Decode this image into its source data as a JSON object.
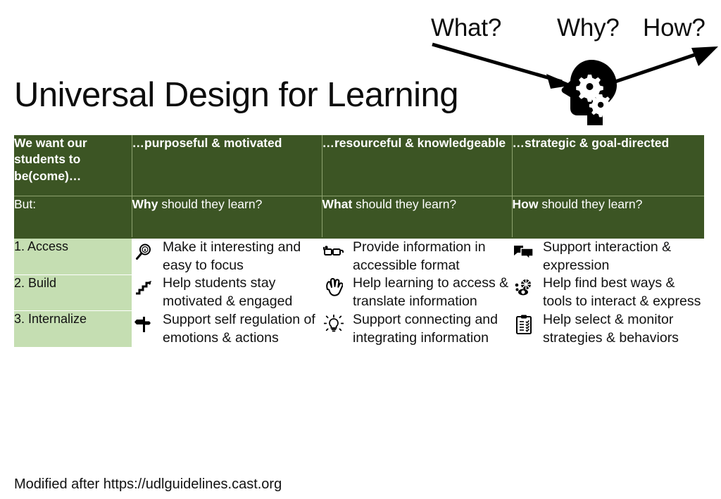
{
  "title": "Universal Design for Learning",
  "questions": [
    {
      "id": "what",
      "label": "What?"
    },
    {
      "id": "why",
      "label": "Why?"
    },
    {
      "id": "how",
      "label": "How?"
    }
  ],
  "graphic": {
    "head_icon": "head-with-gears-icon",
    "arrow_in": "arrow-into-head",
    "arrow_out": "arrow-out-of-head"
  },
  "colors": {
    "header_green": "#3C5524",
    "row_label_green": "#C5DEB2",
    "header_text": "#FFFFFF",
    "body_text": "#111111",
    "grid_line": "#8DA26F"
  },
  "table": {
    "header_row": {
      "label": "We want our students to be(come)…",
      "columns": [
        "…purposeful & motivated",
        "…resourceful & knowledgeable",
        "…strategic & goal-directed"
      ]
    },
    "sub_header_row": {
      "label": "But:",
      "columns": [
        {
          "bold": "Why",
          "rest": " should they learn?"
        },
        {
          "bold": "What",
          "rest": " should they learn?"
        },
        {
          "bold": "How",
          "rest": " should they learn?"
        }
      ]
    },
    "rows": [
      {
        "label": "1. Access",
        "cells": [
          {
            "icon": "magnifier-icon",
            "text": "Make it interesting and easy to focus"
          },
          {
            "icon": "glasses-icon",
            "text": "Provide information in accessible format"
          },
          {
            "icon": "speech-bubbles-icon",
            "text": "Support interaction & expression"
          }
        ]
      },
      {
        "label": "2. Build",
        "cells": [
          {
            "icon": "stairs-arrow-icon",
            "text": "Help students stay motivated & engaged"
          },
          {
            "icon": "hand-icon",
            "text": "Help learning to access & translate information"
          },
          {
            "icon": "tools-icon",
            "text": "Help find best ways & tools to interact & express"
          }
        ]
      },
      {
        "label": "3. Internalize",
        "cells": [
          {
            "icon": "signpost-icon",
            "text": "Support self regulation of emotions & actions"
          },
          {
            "icon": "lightbulb-icon",
            "text": "Support connecting and integrating information"
          },
          {
            "icon": "clipboard-checklist-icon",
            "text": "Help select & monitor strategies & behaviors"
          }
        ]
      }
    ]
  },
  "footer": "Modified after https://udlguidelines.cast.org"
}
